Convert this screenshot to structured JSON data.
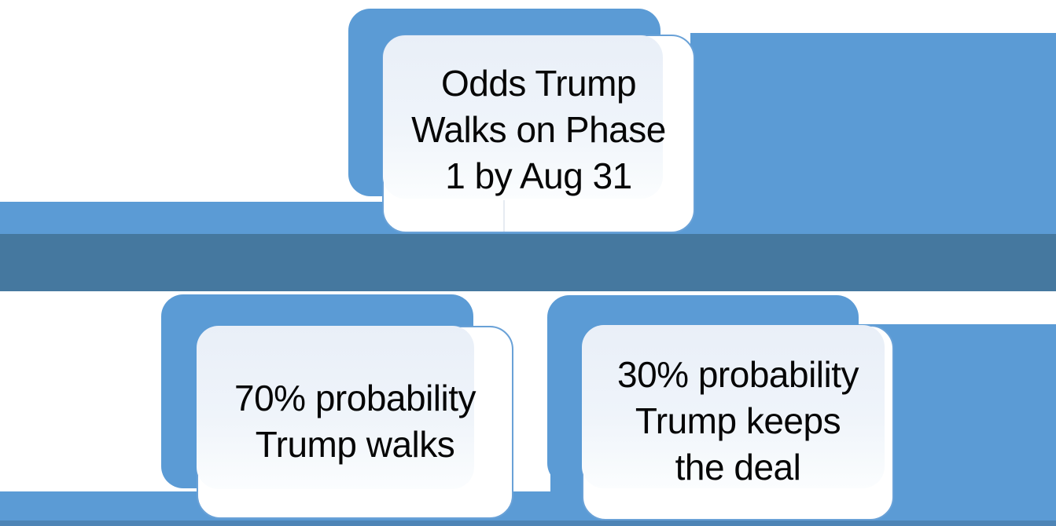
{
  "page": {
    "title": "Odds Trump Walks on Phase 1 by Aug 31"
  },
  "colors": {
    "accent_blue": "#5b9bd5",
    "dark_band_blue": "#45789f",
    "bottom_edge_blue": "#4d84b6",
    "node_fill_light": "#e9eff8",
    "node_border_blue": "#69a1d7",
    "text": "#060606"
  },
  "diagram": {
    "type": "hierarchy",
    "root": {
      "label": "Odds Trump Walks on Phase 1 by Aug 31",
      "lines": [
        "Odds Trump",
        "Walks on Phase",
        "1 by Aug 31"
      ]
    },
    "children": [
      {
        "label": "70% probability Trump walks",
        "probability": "70%",
        "lines": [
          "70% probability",
          "Trump walks"
        ]
      },
      {
        "label": "30% probability Trump keeps the deal",
        "probability": "30%",
        "lines": [
          "30% probability",
          "Trump keeps",
          "the deal"
        ]
      }
    ]
  }
}
